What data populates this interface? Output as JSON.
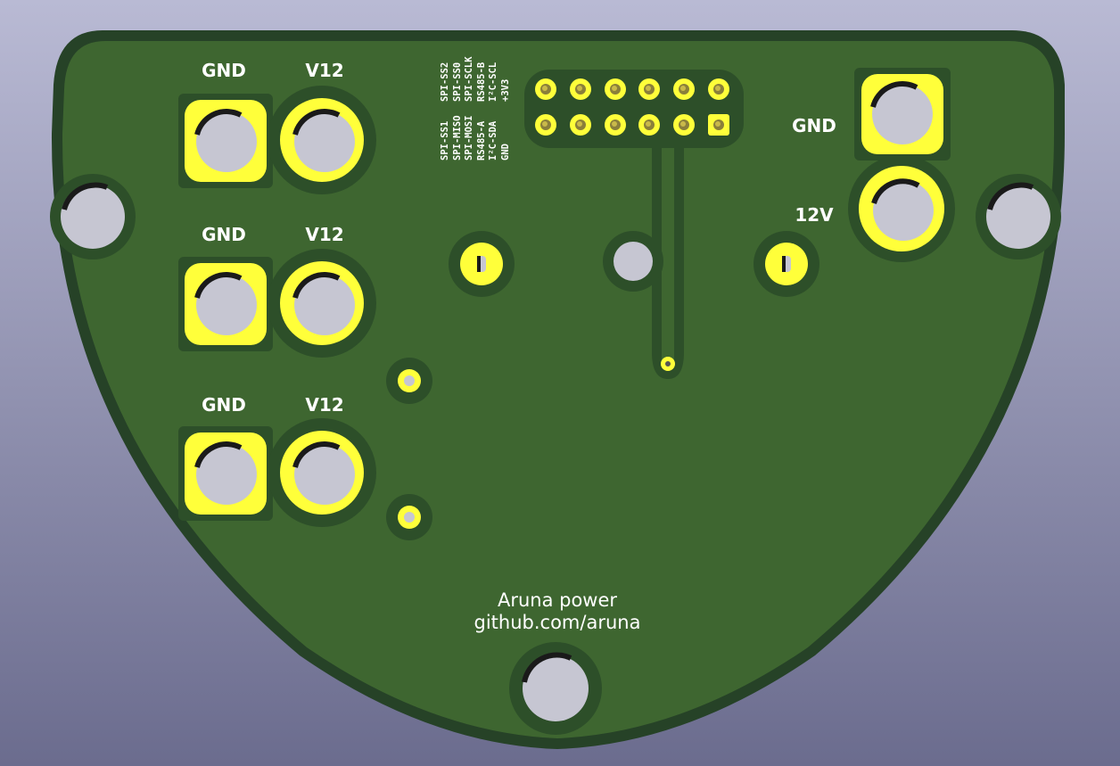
{
  "colors": {
    "background_top": "#b9bad4",
    "background_bottom": "#6b6c8e",
    "board_edge": "#264227",
    "board": "#3e6630",
    "pad": "#ffff3a",
    "copper_mask": "#2d4f29",
    "hole": "#c6c6d2",
    "silkscreen": "#ffffff"
  },
  "left_terminals": [
    {
      "gnd_label": "GND",
      "v_label": "V12"
    },
    {
      "gnd_label": "GND",
      "v_label": "V12"
    },
    {
      "gnd_label": "GND",
      "v_label": "V12"
    }
  ],
  "right_terminal": {
    "gnd_label": "GND",
    "v_label": "12V"
  },
  "header": {
    "top_row_labels": [
      "SPI-SS2",
      "SPI-SS0",
      "SPI-SCLK",
      "RS485-B",
      "I²C-SCL",
      "+3V3"
    ],
    "bottom_row_labels": [
      "SPI-SS1",
      "SPI-MISO",
      "SPI-MOSI",
      "RS485-A",
      "I²C-SDA",
      "GND"
    ]
  },
  "footer_text": {
    "line1": "Aruna power",
    "line2": "github.com/aruna"
  }
}
